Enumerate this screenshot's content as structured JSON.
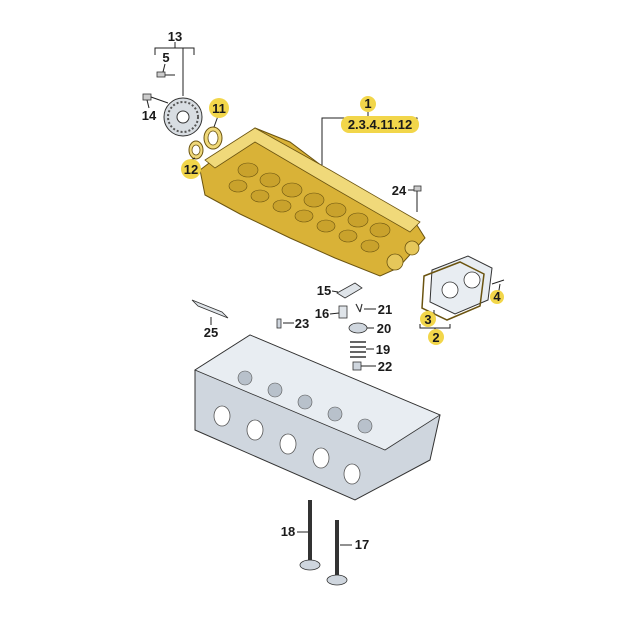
{
  "labels": {
    "p1": "1",
    "p1_sub": "2.3.4.11.12",
    "p2": "2",
    "p3": "3",
    "p4": "4",
    "p5": "5",
    "p11": "11",
    "p12": "12",
    "p13": "13",
    "p14": "14",
    "p15": "15",
    "p16": "16",
    "p17": "17",
    "p18": "18",
    "p19": "19",
    "p20": "20",
    "p21": "21",
    "p22": "22",
    "p23": "23",
    "p24": "24",
    "p25": "25"
  },
  "colors": {
    "highlight": "#f2d64a",
    "housing_gold": "#d9b237",
    "housing_light": "#f0d97a",
    "head_grey": "#cfd6de",
    "head_light": "#e8edf2",
    "background": "#ffffff"
  }
}
